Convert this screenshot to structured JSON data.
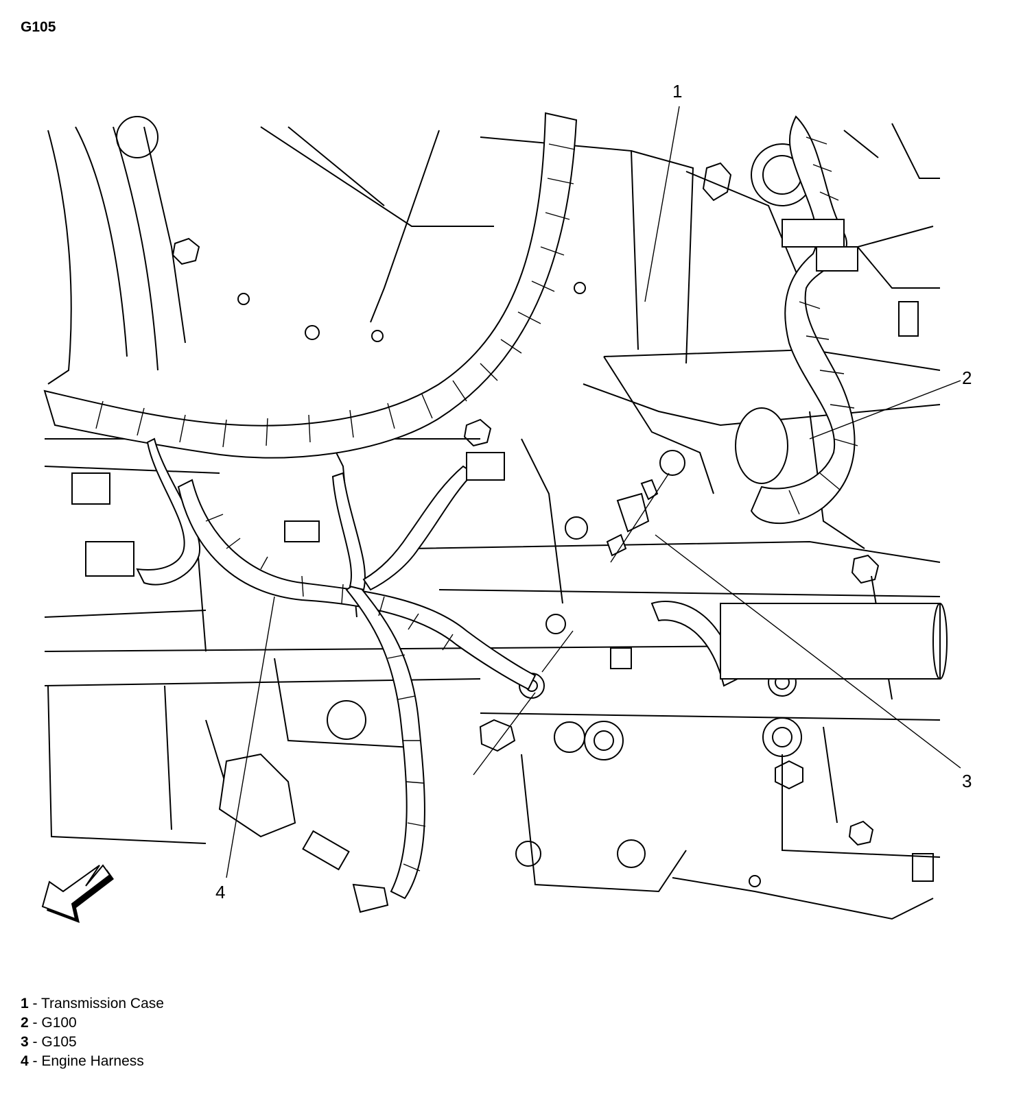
{
  "title": "G105",
  "callouts": [
    {
      "number": "1",
      "label": "Transmission Case"
    },
    {
      "number": "2",
      "label": "G100"
    },
    {
      "number": "3",
      "label": "G105"
    },
    {
      "number": "4",
      "label": "Engine Harness"
    }
  ],
  "legend_separator": " - ",
  "icons": {
    "direction_arrow": "arrow-front-icon"
  }
}
